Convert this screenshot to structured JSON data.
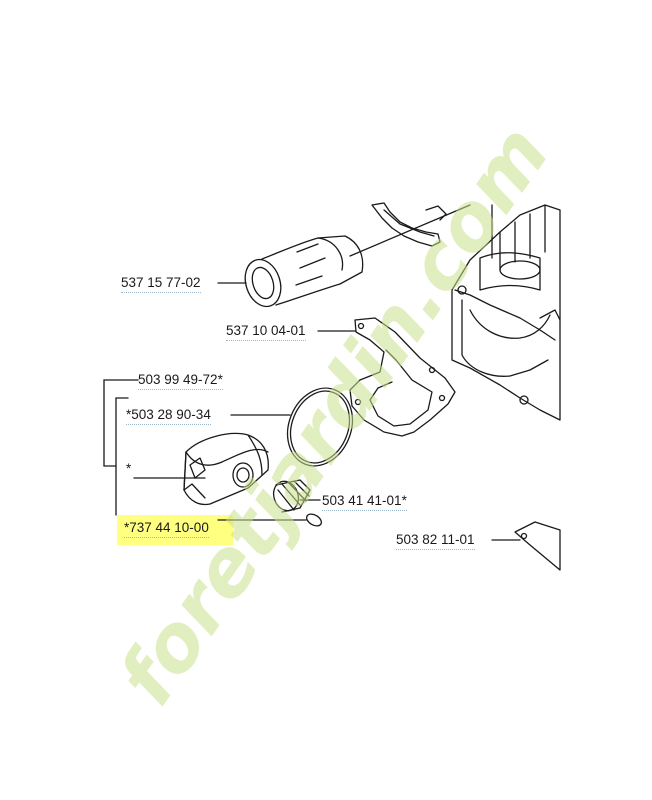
{
  "labels": {
    "intake_manifold": "537 15 77-02",
    "gasket": "537 10 04-01",
    "piston_kit": "503 99 49-72*",
    "piston_ring": "*503 28 90-34",
    "piston": "*",
    "needle_bearing": "503 41 41-01*",
    "piston_pin_kit": "*737 44 10-00",
    "base_gasket": "503 82 11-01"
  },
  "watermark": "foretjardin.com",
  "colors": {
    "highlight": "#ffff80",
    "leader": "#1a1a1a",
    "label_underline": "#9bb7c9",
    "watermark_green": "#c8e08a",
    "watermark_brown": "#d8c9ad"
  }
}
